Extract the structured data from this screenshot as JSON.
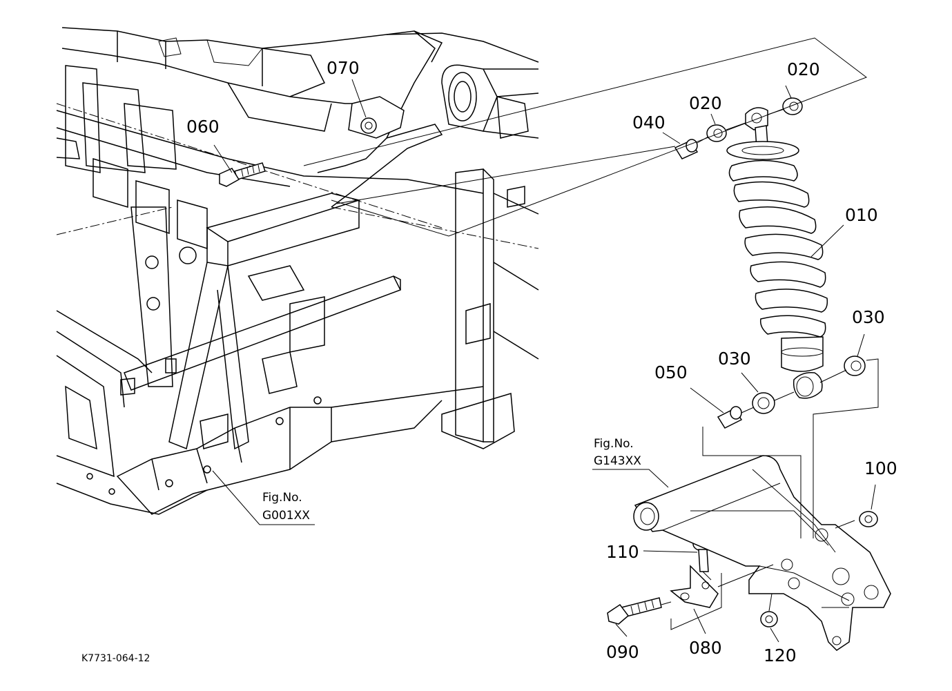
{
  "caption": "K7731-064-12",
  "figure_refs": [
    {
      "key": "g001",
      "line1": "Fig.No.",
      "line2": "G001XX"
    },
    {
      "key": "g143",
      "line1": "Fig.No.",
      "line2": "G143XX"
    }
  ],
  "parts": [
    {
      "key": "p010",
      "number": "010"
    },
    {
      "key": "p020a",
      "number": "020"
    },
    {
      "key": "p020b",
      "number": "020"
    },
    {
      "key": "p030a",
      "number": "030"
    },
    {
      "key": "p030b",
      "number": "030"
    },
    {
      "key": "p040",
      "number": "040"
    },
    {
      "key": "p050",
      "number": "050"
    },
    {
      "key": "p060",
      "number": "060"
    },
    {
      "key": "p070",
      "number": "070"
    },
    {
      "key": "p080",
      "number": "080"
    },
    {
      "key": "p090",
      "number": "090"
    },
    {
      "key": "p100",
      "number": "100"
    },
    {
      "key": "p110",
      "number": "110"
    },
    {
      "key": "p120",
      "number": "120"
    }
  ]
}
